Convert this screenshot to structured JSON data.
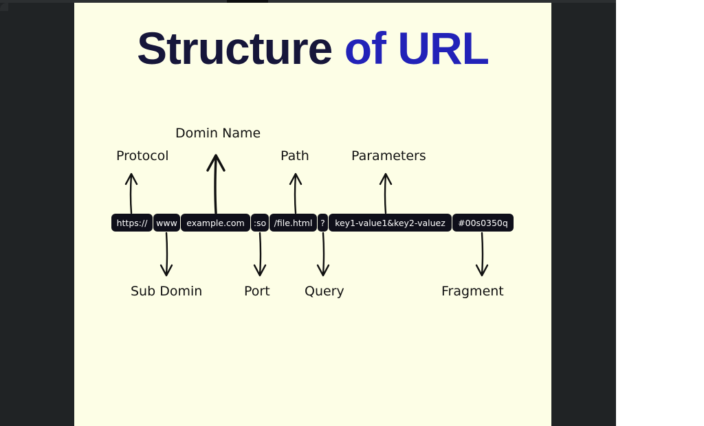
{
  "title": {
    "main": "Structure",
    "highlight": "of URL"
  },
  "url_segments": [
    {
      "id": "protocol",
      "text": "https://"
    },
    {
      "id": "subdomain",
      "text": "www"
    },
    {
      "id": "domain",
      "text": "example.com"
    },
    {
      "id": "port",
      "text": ":so"
    },
    {
      "id": "path",
      "text": "/file.html"
    },
    {
      "id": "query",
      "text": "?"
    },
    {
      "id": "parameters",
      "text": "key1-value1&key2-valuez"
    },
    {
      "id": "fragment",
      "text": "#00s0350q"
    }
  ],
  "labels_above": [
    {
      "id": "protocol",
      "text": "Protocol"
    },
    {
      "id": "domain",
      "text": "Domin Name"
    },
    {
      "id": "path",
      "text": "Path"
    },
    {
      "id": "parameters",
      "text": "Parameters"
    }
  ],
  "labels_below": [
    {
      "id": "subdomain",
      "text": "Sub Domin"
    },
    {
      "id": "port",
      "text": "Port"
    },
    {
      "id": "query",
      "text": "Query"
    },
    {
      "id": "fragment",
      "text": "Fragment"
    }
  ],
  "colors": {
    "background": "#fdfee6",
    "title": "#16163a",
    "title_highlight": "#2222b8",
    "segment": "#0f0f1a"
  }
}
